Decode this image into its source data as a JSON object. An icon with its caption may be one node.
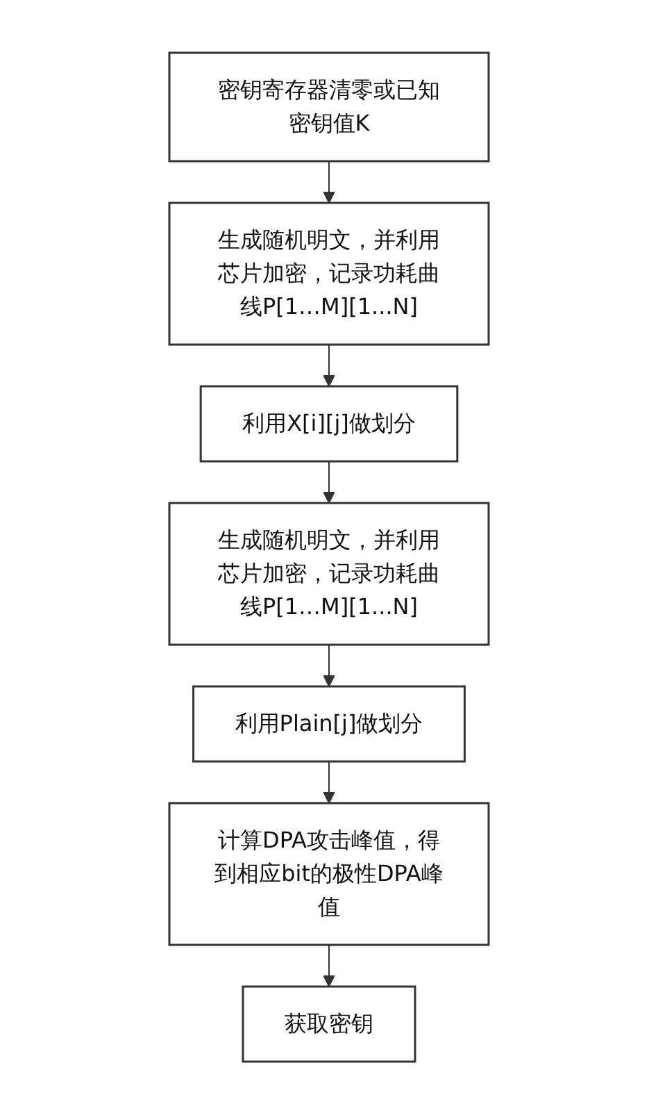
{
  "diagram": {
    "nodes": [
      {
        "text": [
          "密钥寄存器清零或已知密钥值K"
        ]
      },
      {
        "text": [
          "生成随机明文，并利用芯片加密，记录功耗曲线P[1…M][1...N]"
        ]
      },
      {
        "text": [
          "利用X[i][j]做划分"
        ]
      },
      {
        "text": [
          "生成随机明文，并利用芯片加密，记录功耗曲线P[1…M][1...N]"
        ]
      },
      {
        "text": [
          "利用Plain[j]做划分"
        ]
      },
      {
        "text": [
          "计算DPA攻击峰值，得到相应bit的极性DPA峰值"
        ]
      },
      {
        "text": [
          "获取密钥"
        ]
      }
    ],
    "edges": [
      {
        "from": 0,
        "to": 1,
        "arrow": "to"
      },
      {
        "from": 1,
        "to": 2,
        "arrow": "to"
      },
      {
        "from": 2,
        "to": 3,
        "arrow": "to"
      },
      {
        "from": 3,
        "to": 4,
        "arrow": "to"
      },
      {
        "from": 4,
        "to": 5,
        "arrow": "to"
      },
      {
        "from": 5,
        "to": 6,
        "arrow": "to"
      }
    ]
  }
}
